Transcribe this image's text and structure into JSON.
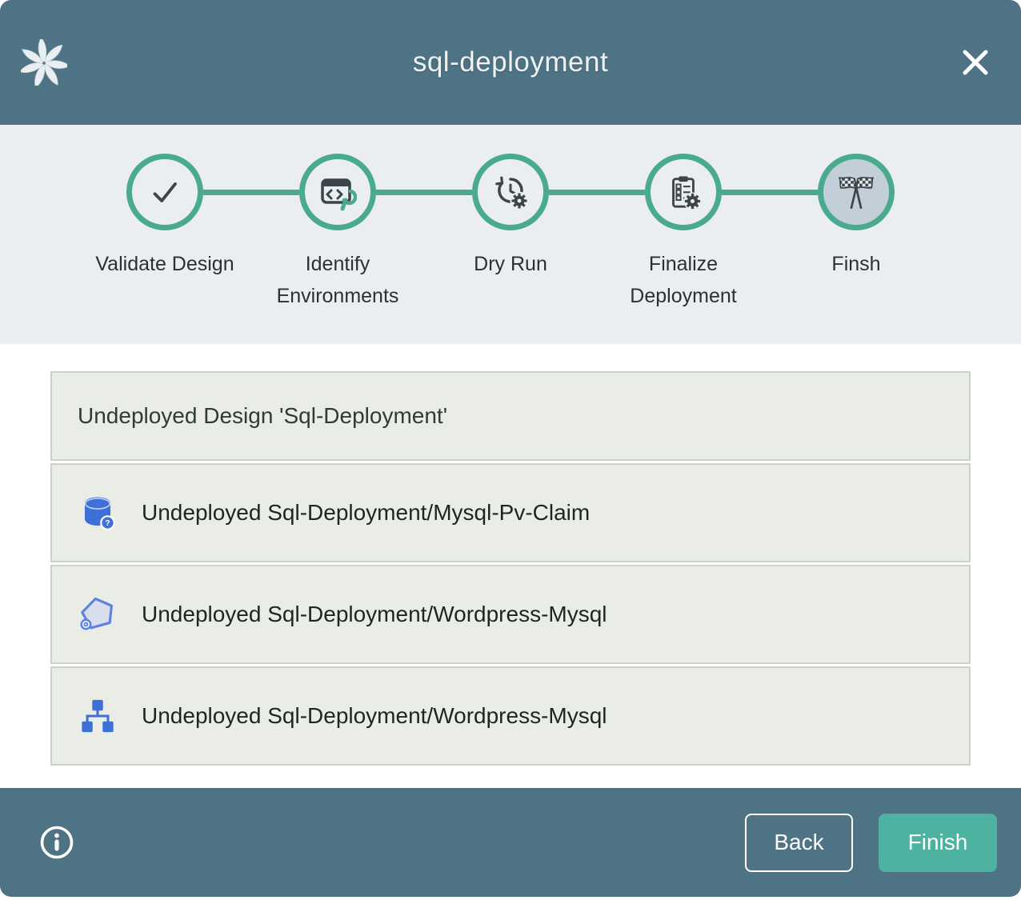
{
  "header": {
    "logo_icon": "meshery-logo-icon",
    "title": "sql-deployment",
    "close_icon": "close-icon"
  },
  "stepper": {
    "steps": [
      {
        "label": "Validate Design",
        "icon": "check-icon",
        "state": "completed"
      },
      {
        "label": "Identify Environments",
        "icon": "code-configure-icon",
        "state": "completed"
      },
      {
        "label": "Dry Run",
        "icon": "dry-run-history-gear-icon",
        "state": "completed"
      },
      {
        "label": "Finalize Deployment",
        "icon": "clipboard-checklist-gear-icon",
        "state": "completed"
      },
      {
        "label": "Finsh",
        "icon": "checkered-flags-icon",
        "state": "current"
      }
    ]
  },
  "content": {
    "rows": [
      {
        "icon": null,
        "text": "Undeployed Design 'Sql-Deployment'"
      },
      {
        "icon": "database-question-icon",
        "text": "Undeployed Sql-Deployment/Mysql-Pv-Claim"
      },
      {
        "icon": "pentagon-component-icon",
        "text": "Undeployed Sql-Deployment/Wordpress-Mysql"
      },
      {
        "icon": "hierarchy-icon",
        "text": "Undeployed Sql-Deployment/Wordpress-Mysql"
      }
    ]
  },
  "footer": {
    "info_icon": "info-icon",
    "back_label": "Back",
    "finish_label": "Finish"
  },
  "colors": {
    "header_bg": "#4e7384",
    "stepper_bg": "#ebeef1",
    "accent_teal": "#49aa90",
    "finish_btn": "#4db3a0",
    "active_step_fill": "#c3cfd8",
    "row_bg": "#e9ede5",
    "row_border": "#ccd1ca",
    "icon_blue": "#3e70d7",
    "icon_dark": "#3c4549",
    "text_dark": "#1d2624",
    "title_color": "#eef2f4",
    "page_bg": "#ffffff"
  }
}
